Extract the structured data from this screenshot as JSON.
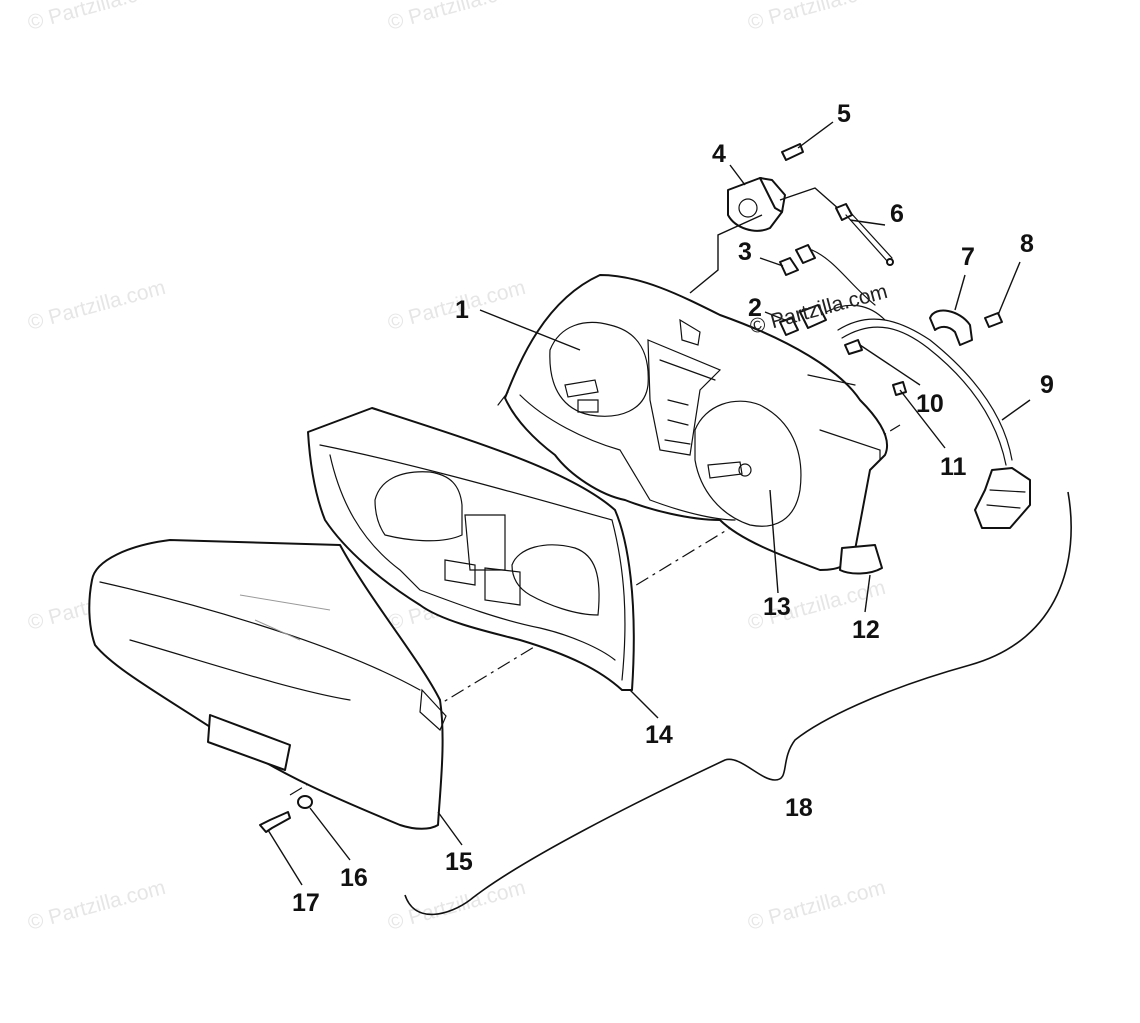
{
  "watermark": {
    "text": "© Partzilla.com",
    "highlight_text": "© Partzilla.com"
  },
  "callouts": [
    {
      "id": "1",
      "label": "1"
    },
    {
      "id": "2",
      "label": "2"
    },
    {
      "id": "3",
      "label": "3"
    },
    {
      "id": "4",
      "label": "4"
    },
    {
      "id": "5",
      "label": "5"
    },
    {
      "id": "6",
      "label": "6"
    },
    {
      "id": "7",
      "label": "7"
    },
    {
      "id": "8",
      "label": "8"
    },
    {
      "id": "9",
      "label": "9"
    },
    {
      "id": "10",
      "label": "10"
    },
    {
      "id": "11",
      "label": "11"
    },
    {
      "id": "12",
      "label": "12"
    },
    {
      "id": "13",
      "label": "13"
    },
    {
      "id": "14",
      "label": "14"
    },
    {
      "id": "15",
      "label": "15"
    },
    {
      "id": "16",
      "label": "16"
    },
    {
      "id": "17",
      "label": "17"
    },
    {
      "id": "18",
      "label": "18"
    }
  ],
  "colors": {
    "line": "#111111",
    "watermark": "#e6e6e6",
    "background": "#ffffff"
  }
}
